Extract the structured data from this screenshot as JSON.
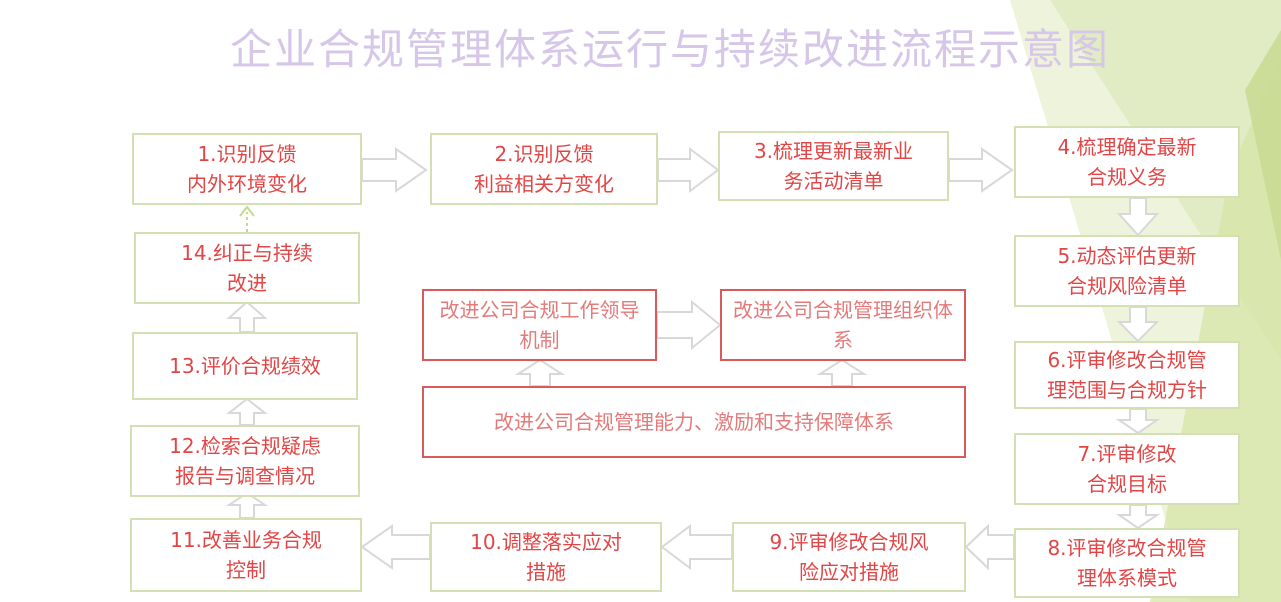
{
  "title": "企业合规管理体系运行与持续改进流程示意图",
  "steps": [
    {
      "line1": "1.识别反馈",
      "line2": "内外环境变化"
    },
    {
      "line1": "2.识别反馈",
      "line2": "利益相关方变化"
    },
    {
      "line1": "3.梳理更新最新业",
      "line2": "务活动清单"
    },
    {
      "line1": "4.梳理确定最新",
      "line2": "合规义务"
    },
    {
      "line1": "5.动态评估更新",
      "line2": "合规风险清单"
    },
    {
      "line1": "6.评审修改合规管",
      "line2": "理范围与合规方针"
    },
    {
      "line1": "7.评审修改",
      "line2": "合规目标"
    },
    {
      "line1": "8.评审修改合规管",
      "line2": "理体系模式"
    },
    {
      "line1": "9.评审修改合规风",
      "line2": "险应对措施"
    },
    {
      "line1": "10.调整落实应对",
      "line2": "措施"
    },
    {
      "line1": "11.改善业务合规",
      "line2": "控制"
    },
    {
      "line1": "12.检索合规疑虑",
      "line2": "报告与调查情况"
    },
    {
      "line1": "13.评价合规绩效",
      "line2": ""
    },
    {
      "line1": "14.纠正与持续",
      "line2": "改进"
    }
  ],
  "center": {
    "box_a": {
      "line1": "改进公司合规工作",
      "line2": "领导机制"
    },
    "box_b": {
      "line1": "改进公司合规管理",
      "line2": "组织体系"
    },
    "box_c": "改进公司合规管理能力、激励和支持保障体系"
  },
  "colors": {
    "step_text": "#e24545",
    "step_border": "#d2e0b4",
    "center_border": "#d85a5a",
    "title": "#d6c6e8",
    "accent_green": "#c5d98e"
  }
}
